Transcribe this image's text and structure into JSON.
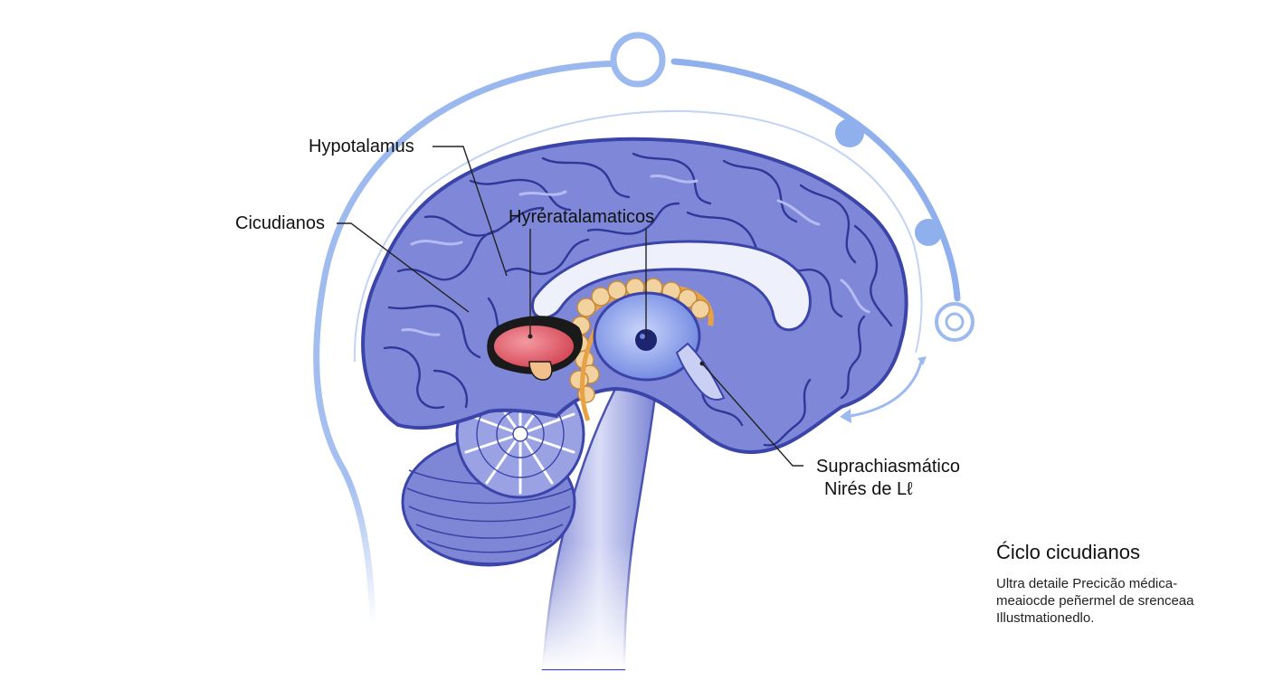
{
  "labels": {
    "hypotalamus": "Hypotalamus",
    "cicudianos": "Cicudianos",
    "hyperatalamaticos": "Hyrératalamaticos",
    "suprachiasmatico": "Suprachiasmático",
    "nires": "Nirés de Lℓ"
  },
  "caption": {
    "title": "Ćiclo cicudianos",
    "lines": [
      "Ultra detaile Precicão médica-",
      "meaiocde peñermel de srenceaa",
      "Illustmationedlo."
    ]
  },
  "colors": {
    "cortex": "#7f88d8",
    "cortex_light": "#a9b0ec",
    "cortex_dark": "#3b44a8",
    "hypothalamus_red": "#e0505e",
    "orange": "#e8a144",
    "nucleus_beige": "#f2d29e",
    "ring_blue": "#8fb0ec"
  },
  "icons": [
    "clock-ring-top-node",
    "orbit-dot",
    "target-node",
    "cycle-arrow"
  ]
}
